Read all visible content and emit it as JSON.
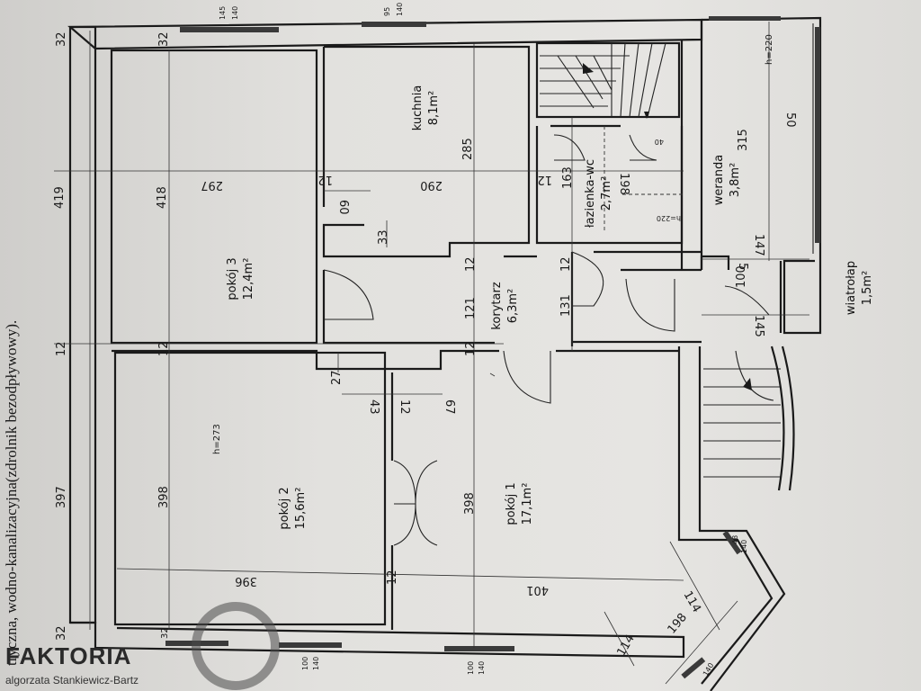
{
  "side_text": "tryczna, wodno-kanalizacyjna(zdrolnik bezodpływowy).",
  "logo": {
    "name": "FAKTORIA",
    "sub": "algorzata Stankiewicz-Bartz"
  },
  "rooms": {
    "pokoj3": {
      "name": "pokój 3",
      "area": "12,4m²"
    },
    "kuchnia": {
      "name": "kuchnia",
      "area": "8,1m²"
    },
    "lazienka": {
      "name": "łazienka-wc",
      "area": "2,7m²"
    },
    "weranda": {
      "name": "weranda",
      "area": "3,8m²"
    },
    "korytarz": {
      "name": "korytarz",
      "area": "6,3m²"
    },
    "wiatrolap": {
      "name": "wiatrołap",
      "area": "1,5m²"
    },
    "pokoj2": {
      "name": "pokój 2",
      "area": "15,6m²"
    },
    "pokoj1": {
      "name": "pokój 1",
      "area": "17,1m²"
    }
  },
  "heights": {
    "h273": "h=273",
    "h220_top": "h=220",
    "h220_bath": "h=220"
  },
  "dims": {
    "d419": "419",
    "d418": "418",
    "d297": "297",
    "d290": "290",
    "d285": "285",
    "d315": "315",
    "d163": "163",
    "d198a": "198",
    "d60": "60",
    "d33": "33",
    "d12": "12",
    "d121": "121",
    "d131": "131",
    "d147": "147",
    "d100": "100",
    "d145": "145",
    "d5": "5",
    "d50": "50",
    "d397": "397",
    "d398": "398",
    "d396": "396",
    "d401": "401",
    "d27": "27",
    "d43": "43",
    "d67": "67",
    "d114": "114",
    "d198": "198",
    "d32": "32",
    "d48": "48",
    "d140": "140",
    "d40": "40",
    "d95": "95"
  }
}
